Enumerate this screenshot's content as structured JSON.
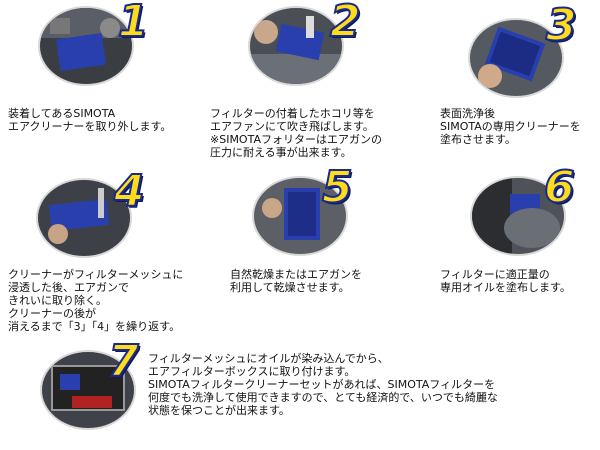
{
  "steps": [
    {
      "number": "1",
      "lines": [
        "装着してあるSIMOTA",
        "エアクリーナーを取り外します。"
      ]
    },
    {
      "number": "2",
      "lines": [
        "フィルターの付着したホコリ等を",
        "エアファンにて吹き飛ばします。",
        "※SIMOTAフォリターはエアガンの",
        "圧力に耐える事が出来ます。"
      ]
    },
    {
      "number": "3",
      "lines": [
        "表面洗浄後",
        "SIMOTAの専用クリーナーを",
        "塗布させます。"
      ]
    },
    {
      "number": "4",
      "lines": [
        "クリーナーがフィルターメッシュに",
        "浸透した後、エアガンで",
        "きれいに取り除く。",
        "クリーナーの後が",
        "消えるまで「3」「4」を繰り返す。"
      ]
    },
    {
      "number": "5",
      "lines": [
        "自然乾燥またはエアガンを",
        "利用して乾燥させます。"
      ]
    },
    {
      "number": "6",
      "lines": [
        "フィルターに適正量の",
        "専用オイルを塗布します。"
      ]
    },
    {
      "number": "7",
      "lines": [
        "フィルターメッシュにオイルが染み込んでから、",
        "エアフィルターボックスに取り付けます。",
        "SIMOTAフィルタークリーナーセットがあれば、SIMOTAフィルターを",
        "何度でも洗浄して使用できますので、とても経済的で、いつでも綺麗な",
        "状態を保つことが出来ます。"
      ]
    }
  ],
  "colors": {
    "number_fill": "#ffdc1a",
    "number_outline": "#1a2a8c",
    "filter_blue": "#2a3fae"
  }
}
